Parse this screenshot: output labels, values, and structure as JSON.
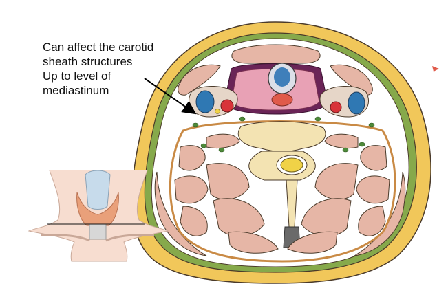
{
  "annotation": {
    "lines": [
      "Can affect the carotid",
      "sheath structures",
      "Up to level of",
      "mediastinum"
    ]
  },
  "colors": {
    "skin": "#f1c75a",
    "fascia": "#86a94b",
    "muscle": "#e6b6a6",
    "bone": "#f3e3b2",
    "thyroid": "#e8a1b5",
    "trachea_blue": "#3f7fba",
    "vein_blue": "#2f78b3",
    "artery_red": "#d8343a",
    "pretracheal_purple": "#6a2457",
    "prevertebral_orange": "#c98a45",
    "cord_yellow": "#f0d247",
    "line": "#4a3a2a"
  },
  "icons": [
    "neck-level-inset-icon",
    "pointer-arrow-icon"
  ]
}
